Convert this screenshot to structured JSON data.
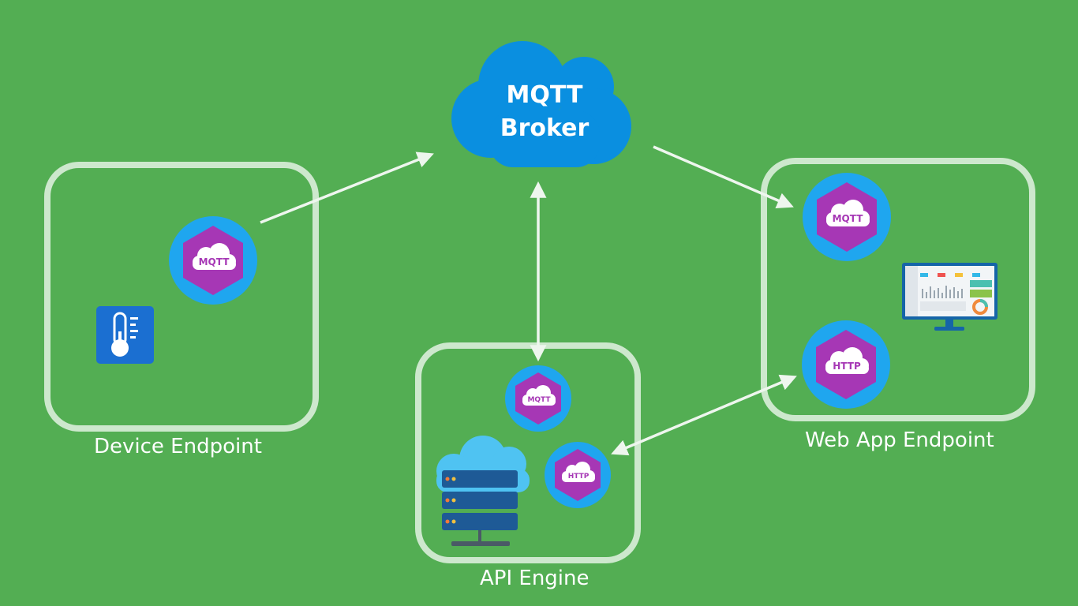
{
  "broker": {
    "line1": "MQTT",
    "line2": "Broker"
  },
  "endpoints": {
    "device": {
      "label": "Device Endpoint"
    },
    "api": {
      "label": "API Engine"
    },
    "webapp": {
      "label": "Web App Endpoint"
    }
  },
  "badges": {
    "device_mqtt": "MQTT",
    "api_mqtt": "MQTT",
    "api_http": "HTTP",
    "web_mqtt": "MQTT",
    "web_http": "HTTP"
  },
  "colors": {
    "background": "#53ae53",
    "cloud": "#0a8fe0",
    "badge_ring": "#1fa6ef",
    "badge_hex": "#a637b5",
    "panel_border": "#cde8cd",
    "arrow": "#eef6ee"
  }
}
